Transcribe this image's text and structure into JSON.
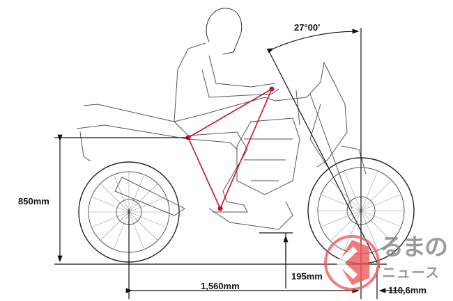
{
  "dimensions": {
    "seat_height": "850mm",
    "caster_angle": "27°00′",
    "wheelbase": "1,560mm",
    "ground_clearance": "195mm",
    "trail": "110,6mm"
  },
  "watermark": {
    "line1": "るまの",
    "line2": "ニュース",
    "full": "くるまのニュース"
  },
  "colors": {
    "line": "#222222",
    "ergonomics": "#c8102e",
    "watermark_red": "#f05a5a",
    "watermark_grey": "#8a8a8a"
  }
}
